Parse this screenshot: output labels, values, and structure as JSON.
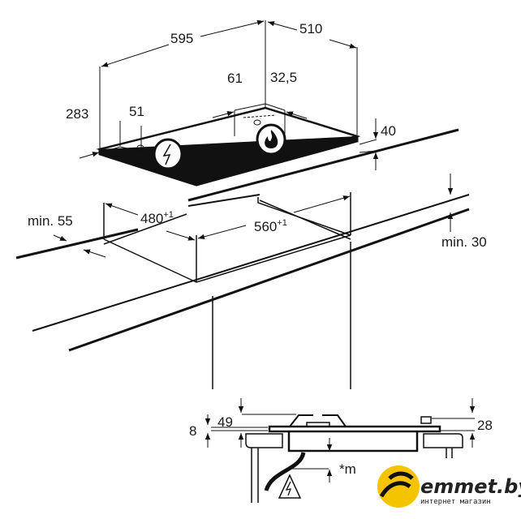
{
  "diagram": {
    "hob": {
      "width": "595",
      "depth": "510",
      "offset_left": "283",
      "offset_left_small": "51",
      "offset_back": "61",
      "offset_back_small": "32,5",
      "height": "40"
    },
    "cutout": {
      "depth": "480",
      "depth_tol": "+1",
      "width": "560",
      "width_tol": "+1",
      "front_min": "min. 55",
      "worktop_min": "min. 30"
    },
    "section": {
      "dim_8": "8",
      "dim_49": "49",
      "dim_28": "28",
      "note": "*m"
    },
    "icons": [
      "electric-icon",
      "gas-flame-icon",
      "electric-warning-icon"
    ],
    "watermark": {
      "name": "emmet.by",
      "subtitle": "интернет магазин",
      "color": "#f5c400"
    }
  }
}
